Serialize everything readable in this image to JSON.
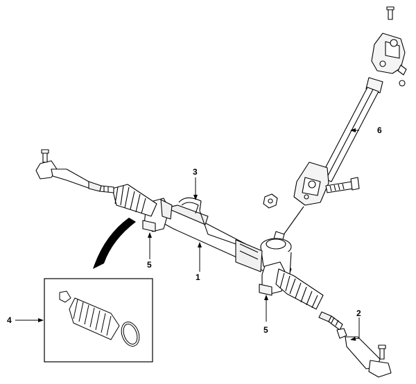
{
  "callouts": {
    "c1": "1",
    "c2": "2",
    "c3": "3",
    "c4": "4",
    "c5a": "5",
    "c5b": "5",
    "c6": "6"
  },
  "colors": {
    "line": "#000000",
    "fill": "#ffffff",
    "shade": "#e8e8e8"
  }
}
